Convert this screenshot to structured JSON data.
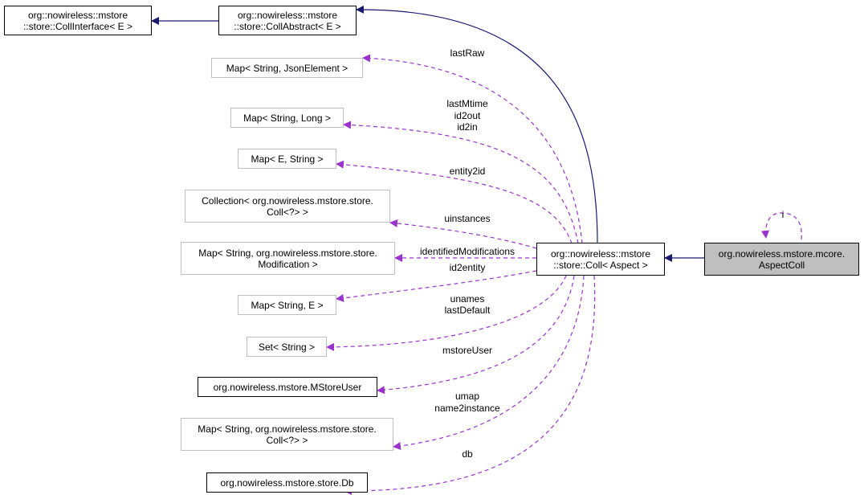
{
  "colors": {
    "inherit_edge": "#191970",
    "usage_edge": "#9a32cd",
    "focus_fill": "#bfbfbf",
    "dark_border": "#000000",
    "gray_border": "#bfbfbf"
  },
  "nodes": {
    "coll_interface": {
      "lines": [
        "org::nowireless::mstore",
        "::store::CollInterface< E >"
      ]
    },
    "coll_abstract": {
      "lines": [
        "org::nowireless::mstore",
        "::store::CollAbstract< E >"
      ]
    },
    "map_json": {
      "lines": [
        "Map< String, JsonElement >"
      ]
    },
    "map_long": {
      "lines": [
        "Map< String, Long >"
      ]
    },
    "map_e_string": {
      "lines": [
        "Map< E, String >"
      ]
    },
    "collection_coll": {
      "lines": [
        "Collection< org.nowireless.mstore.store.",
        "Coll<?> >"
      ]
    },
    "map_modification": {
      "lines": [
        "Map< String, org.nowireless.mstore.store.",
        "Modification >"
      ]
    },
    "map_string_e": {
      "lines": [
        "Map< String, E >"
      ]
    },
    "set_string": {
      "lines": [
        "Set< String >"
      ]
    },
    "mstore_user": {
      "lines": [
        "org.nowireless.mstore.MStoreUser"
      ]
    },
    "map_coll": {
      "lines": [
        "Map< String, org.nowireless.mstore.store.",
        "Coll<?> >"
      ]
    },
    "db": {
      "lines": [
        "org.nowireless.mstore.store.Db"
      ]
    },
    "coll_aspect": {
      "lines": [
        "org::nowireless::mstore",
        "::store::Coll< Aspect >"
      ]
    },
    "aspect_coll": {
      "lines": [
        "org.nowireless.mstore.mcore.",
        "AspectColl"
      ]
    }
  },
  "edge_labels": {
    "lastRaw": [
      "lastRaw"
    ],
    "lastMtime": [
      "lastMtime",
      "id2out",
      "id2in"
    ],
    "entity2id": [
      "entity2id"
    ],
    "uinstances": [
      "uinstances"
    ],
    "identifiedModifications": [
      "identifiedModifications"
    ],
    "id2entity": [
      "id2entity"
    ],
    "unames": [
      "unames",
      "lastDefault"
    ],
    "mstoreUser": [
      "mstoreUser"
    ],
    "umap": [
      "umap",
      "name2instance"
    ],
    "db": [
      "db"
    ],
    "self": [
      "i"
    ]
  }
}
